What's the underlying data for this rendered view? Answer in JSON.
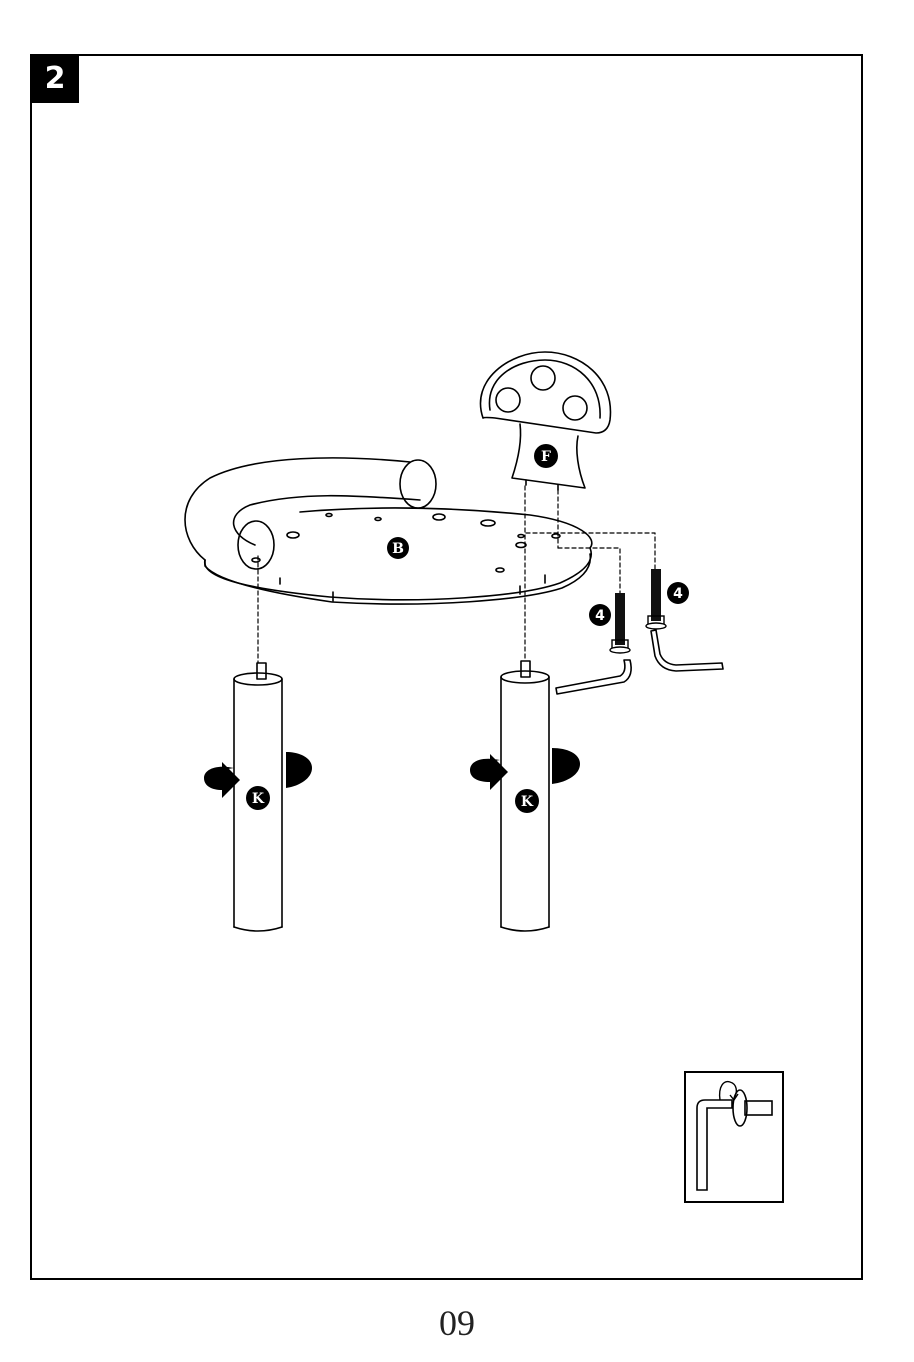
{
  "step": {
    "number": "2"
  },
  "page": {
    "number": "09"
  },
  "parts": {
    "seat": "B",
    "backrest": "F",
    "leg_left": "K",
    "leg_right": "K"
  },
  "hardware": {
    "bolt_qty_left": "4",
    "bolt_qty_right": "4"
  },
  "colors": {
    "line": "#000000",
    "paper": "#ffffff"
  }
}
